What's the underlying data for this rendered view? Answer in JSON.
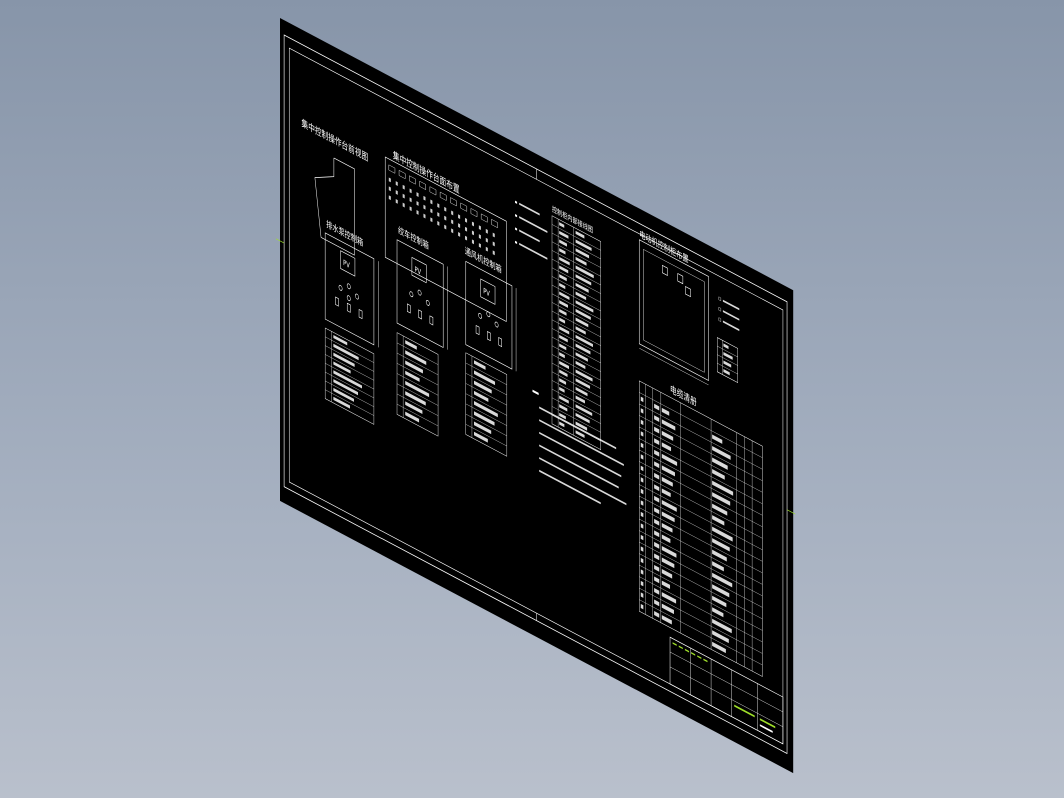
{
  "viewport": {
    "background_top": "#8795a9",
    "background_bottom": "#b9c0cc"
  },
  "sheet": {
    "paper_color": "#000000",
    "line_color": "#ffffff",
    "accent_color": "#9fdf2a",
    "texts": {
      "front_view_title": "集中控制操作台前视图",
      "top_layout_title": "集中控制操作台面布置",
      "water_pump_panel_title": "排水泵控制箱",
      "winch_panel_title": "绞车控制箱",
      "fan_panel_title": "通风机控制箱",
      "comm_table_title": "控制柜内部接线图",
      "cabinet_layout_title": "电动机控制柜布置",
      "cable_table_title": "电缆清册",
      "meter_label": "PV"
    }
  }
}
